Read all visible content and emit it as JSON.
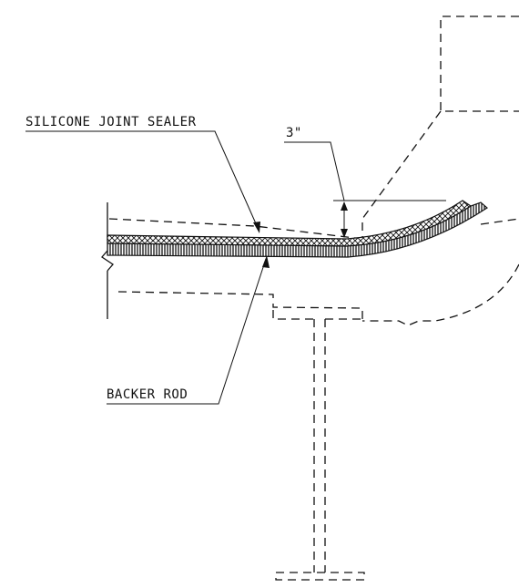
{
  "labels": {
    "sealer": "SILICONE JOINT SEALER",
    "dimension": "3\"",
    "backer": "BACKER ROD"
  },
  "colors": {
    "ink": "#111111",
    "background": "#ffffff"
  }
}
